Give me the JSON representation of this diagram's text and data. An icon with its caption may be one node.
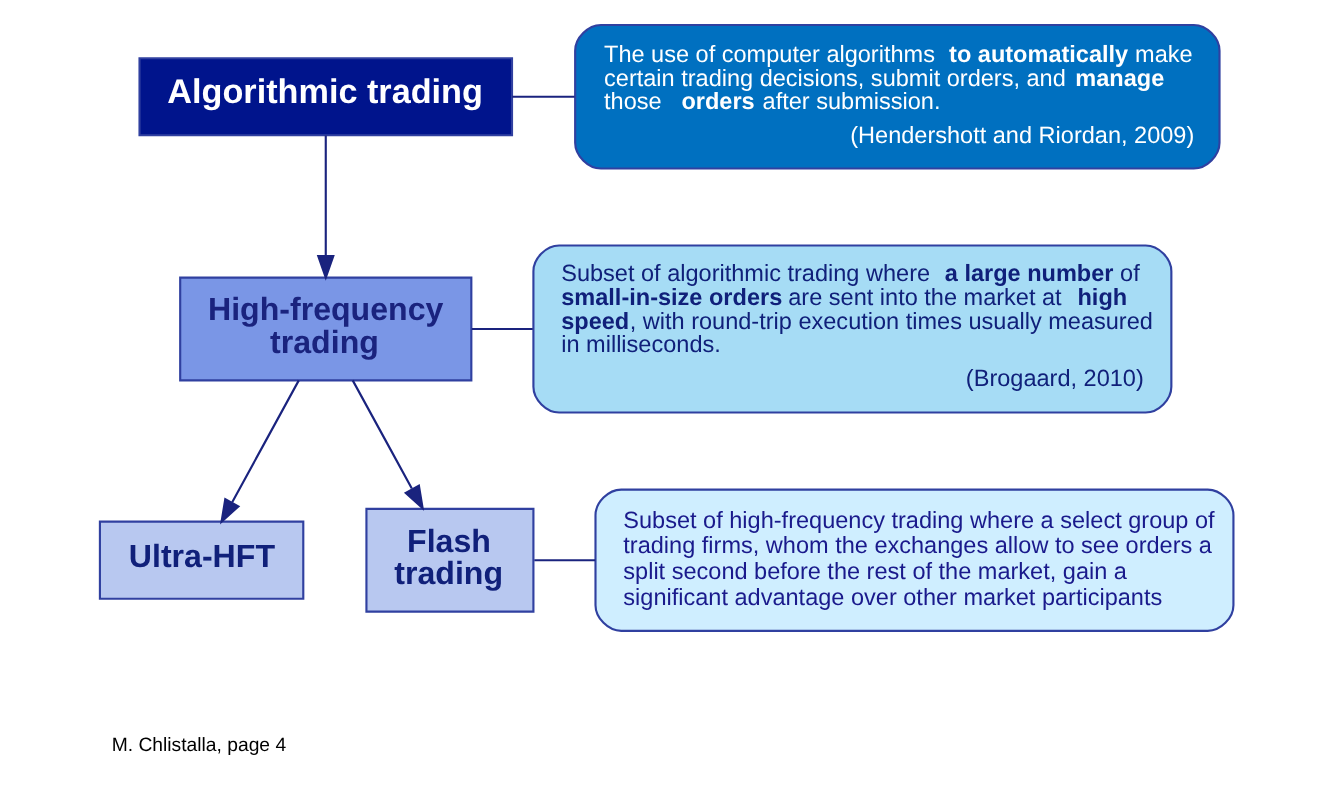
{
  "diagram": {
    "nodes": [
      {
        "text": [
          "Algorithmic trading"
        ]
      },
      {
        "text": [
          "The use of computer algorithms **to automatically** make certain trading decisions, submit orders, and **manage** those **orders** after submission.",
          "(Hendershott and Riordan, 2009)"
        ]
      },
      {
        "text": [
          "High-frequency trading"
        ]
      },
      {
        "text": [
          "Subset of algorithmic trading where **a large number** of **small-in-size orders** are sent into the market at **high speed**, with round-trip execution times usually measured in milliseconds.",
          "(Brogaard, 2010)"
        ]
      },
      {
        "text": [
          "Ultra-HFT"
        ]
      },
      {
        "text": [
          "Flash trading"
        ]
      },
      {
        "text": [
          "Subset of high-frequency trading where a select group of trading firms, whom the exchanges allow to see orders a split second before the rest of the market, gain a significant advantage over other market participants"
        ]
      }
    ],
    "edges": [
      {
        "from": 0,
        "to": 2,
        "arrow": "to"
      },
      {
        "from": 2,
        "to": 4,
        "arrow": "to"
      },
      {
        "from": 2,
        "to": 5,
        "arrow": "to"
      },
      {
        "from": 1,
        "to": 0,
        "arrow": "none"
      },
      {
        "from": 3,
        "to": 2,
        "arrow": "none"
      },
      {
        "from": 6,
        "to": 5,
        "arrow": "none"
      }
    ],
    "labels": [
      "M. Chlistalla, page 4"
    ]
  }
}
